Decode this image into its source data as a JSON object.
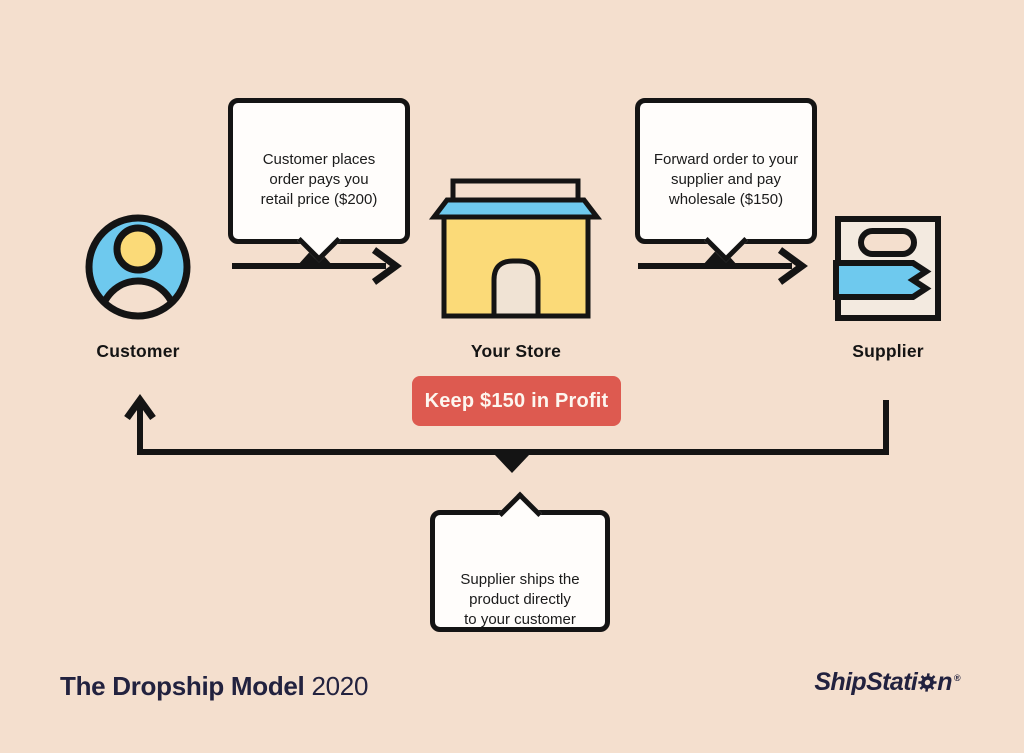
{
  "title": {
    "bold": "The Dropship Model",
    "year": "2020"
  },
  "brand": {
    "pre": "ShipStati",
    "post": "n",
    "registered": "®"
  },
  "nodes": [
    {
      "label": "Customer",
      "icon": "person-avatar-icon"
    },
    {
      "label": "Your Store",
      "icon": "storefront-icon"
    },
    {
      "label": "Supplier",
      "icon": "package-box-icon"
    }
  ],
  "bubbles": {
    "customer_order": "Customer places\norder pays you\nretail price ($200)",
    "forward_order": "Forward order to your\nsupplier and pay\nwholesale ($150)",
    "supplier_ships": "Supplier ships the\nproduct directly\nto your customer"
  },
  "profit_badge": {
    "label": "Keep $150 in Profit",
    "color": "#DD5A50"
  },
  "colors": {
    "background": "#F4DFCE",
    "blue": "#6EC9EE",
    "yellow": "#FBDA78",
    "cream": "#F0E3D4",
    "line": "#141414",
    "navy": "#22223F",
    "bubble_bg": "#FFFDFB",
    "badge_text": "#FDF6EF"
  }
}
